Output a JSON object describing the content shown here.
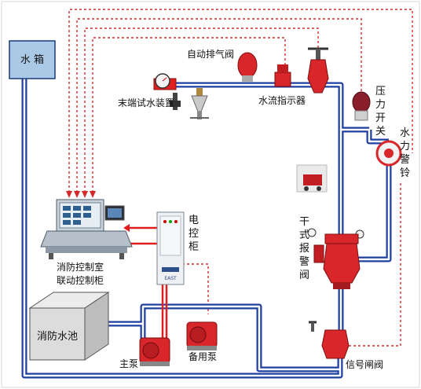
{
  "labels": {
    "water_tank": "水 箱",
    "auto_exhaust_valve": "自动排气阀",
    "end_test_device": "末端试水装置",
    "flow_indicator": "水流指示器",
    "pressure_switch": [
      "压",
      "力",
      "开",
      "关"
    ],
    "water_alarm_bell": [
      "水",
      "力",
      "警",
      "铃"
    ],
    "electric_cabinet": [
      "电",
      "控",
      "柜"
    ],
    "dry_alarm_valve": [
      "干",
      "式",
      "报",
      "警",
      "阀"
    ],
    "control_room_1": "消防控制室",
    "control_room_2": "联动控制柜",
    "fire_pool": "消防水池",
    "main_pump": "主泵",
    "standby_pump": "备用泵",
    "signal_valve": "信号闸阀",
    "cabinet_brand": "EAST"
  },
  "colors": {
    "pipe_blue": "#1f3fa0",
    "pipe_red": "#e02020",
    "signal_line": "#d62a2a",
    "tank_fill": "#a9c9e6",
    "pool_fill": "#dcdcdc",
    "pump_red": "#d8262a",
    "cabinet_fill": "#eef0f3"
  }
}
